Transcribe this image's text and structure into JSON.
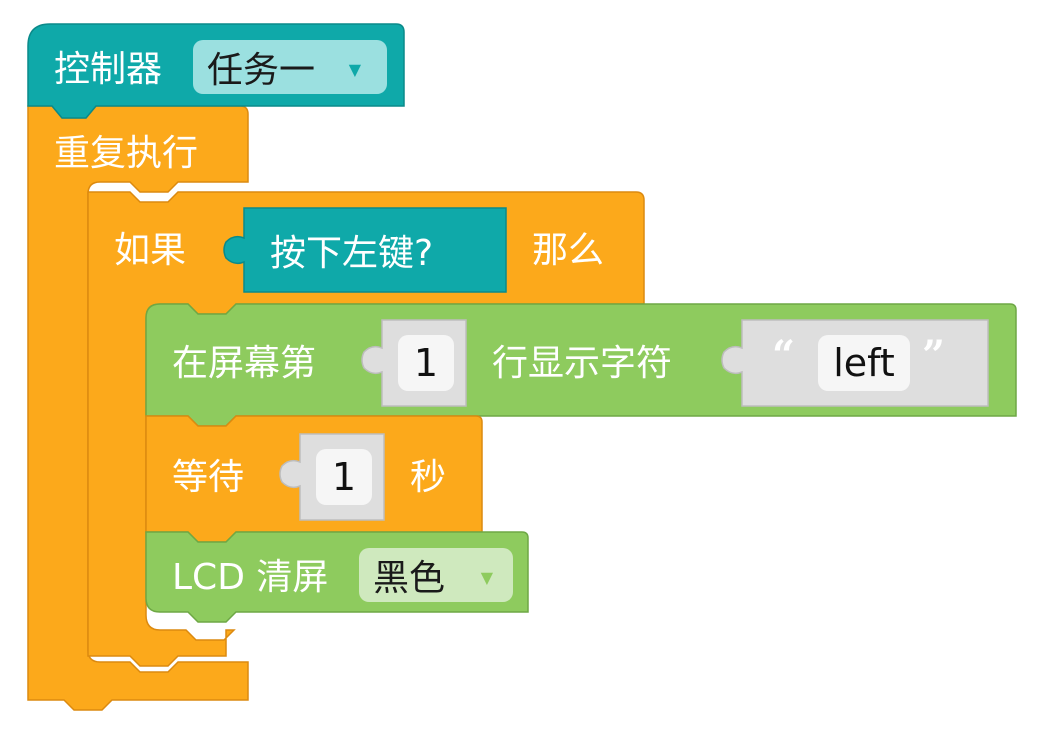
{
  "controller": {
    "label": "控制器",
    "task_value": "任务一"
  },
  "forever": {
    "label": "重复执行"
  },
  "if_block": {
    "if_label": "如果",
    "condition_label": "按下左键?",
    "then_label": "那么"
  },
  "lcd_print": {
    "prefix": "在屏幕第",
    "line_value": "1",
    "middle": "行显示字符",
    "quote_open": "“",
    "text_value": "left",
    "quote_close": "”"
  },
  "wait": {
    "prefix": "等待",
    "value": "1",
    "suffix": "秒"
  },
  "lcd_clear": {
    "prefix": "LCD 清屏",
    "color_value": "黑色"
  },
  "icons": {
    "dropdown": "chevron-down-icon"
  },
  "colors": {
    "controller": "#0fa9a9",
    "controller_dropdown": "#9be0e0",
    "control": "#fca91b",
    "display": "#8ecb5e",
    "display_dropdown": "#cfe9be",
    "value_slot": "#dedede"
  }
}
